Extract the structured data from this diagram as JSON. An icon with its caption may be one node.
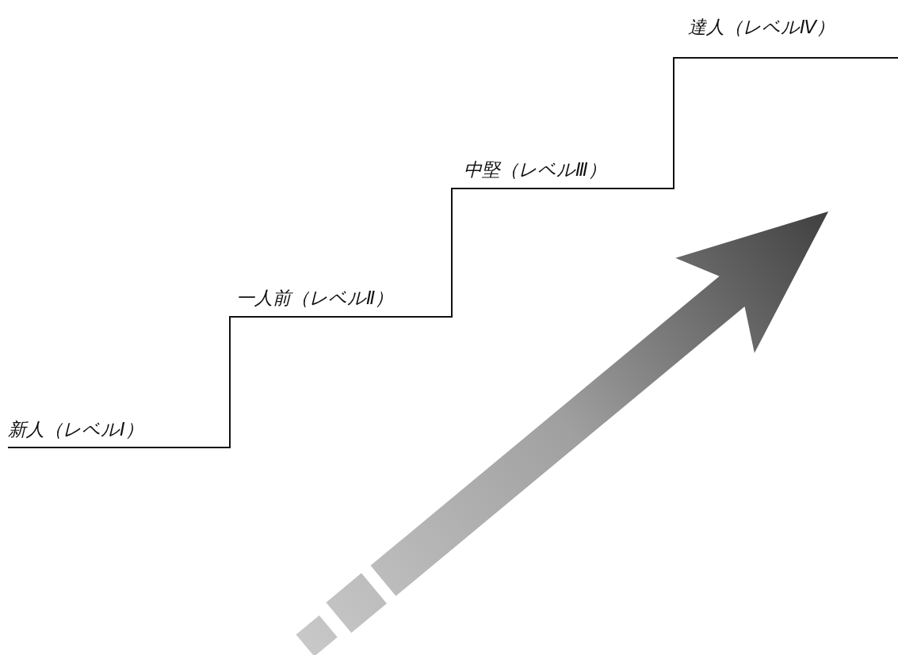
{
  "diagram": {
    "labels": [
      "新人（レベルⅠ）",
      "一人前（レベルⅡ）",
      "中堅（レベルⅢ）",
      "達人（レベルⅣ）"
    ]
  }
}
